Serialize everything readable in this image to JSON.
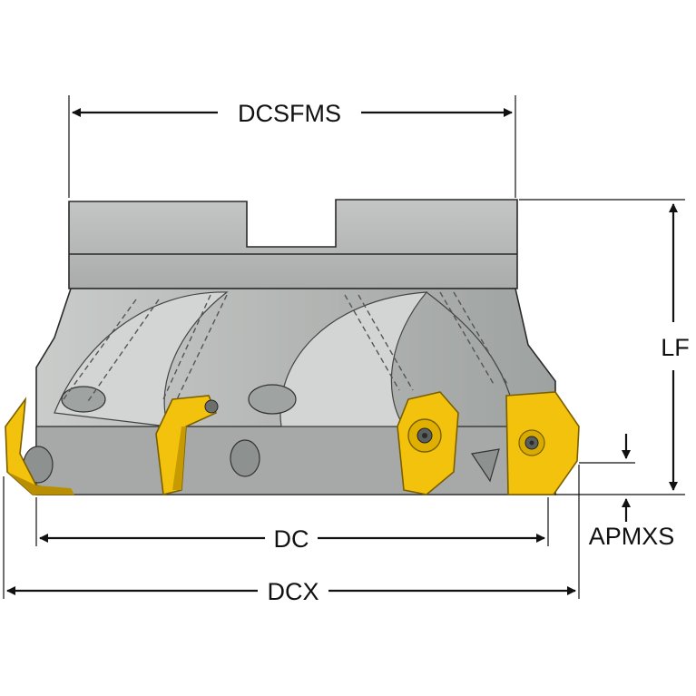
{
  "dimensions": {
    "dcsfms": "DCSFMS",
    "lf": "LF",
    "dc": "DC",
    "apmxs": "APMXS",
    "dcx": "DCX"
  },
  "colors": {
    "body": "#b8bbb9",
    "body_dark": "#8e9290",
    "insert": "#f2c20c",
    "insert_dark": "#b88f00",
    "line": "#111111"
  }
}
